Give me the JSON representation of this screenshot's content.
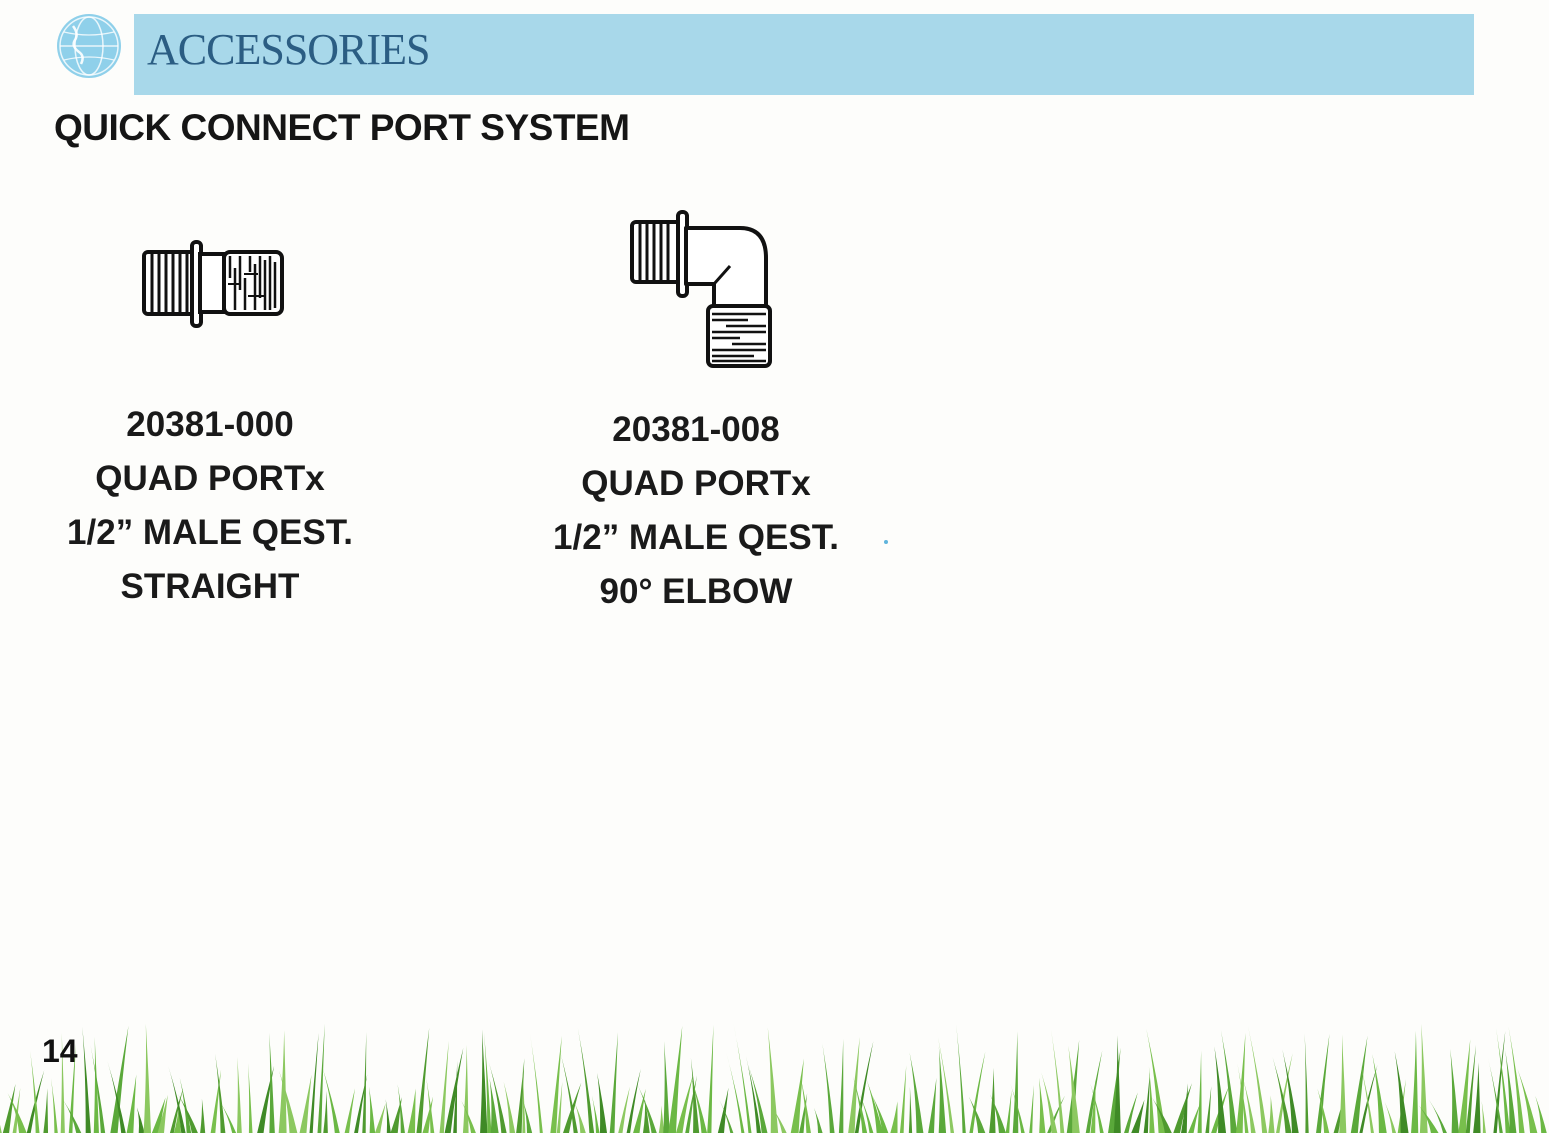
{
  "header": {
    "title": "ACCESSORIES",
    "bar_color": "#a8d8ea",
    "title_color": "#2b5d83",
    "logo_icon": "globe-logo-icon"
  },
  "section": {
    "title": "QUICK CONNECT PORT SYSTEM"
  },
  "products": [
    {
      "part_number": "20381-000",
      "line1": "QUAD PORTx",
      "line2": "1/2” MALE QEST.",
      "line3": "STRAIGHT",
      "icon": "straight-connector-icon"
    },
    {
      "part_number": "20381-008",
      "line1": "QUAD PORTx",
      "line2": "1/2” MALE QEST.",
      "line3": "90° ELBOW",
      "icon": "elbow-connector-icon"
    }
  ],
  "footer": {
    "page_number": "14",
    "decoration": "grass-border",
    "grass_color": "#5aa83a"
  }
}
